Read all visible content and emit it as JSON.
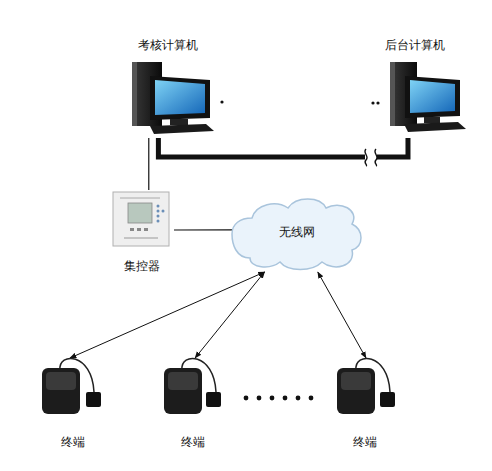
{
  "diagram": {
    "nodes": [
      {
        "text": [
          "考核计算机"
        ]
      },
      {
        "text": [
          "后台计算机"
        ]
      },
      {
        "text": [
          "集控器"
        ]
      },
      {
        "text": [
          "无线网"
        ]
      },
      {
        "text": [
          "终端"
        ]
      },
      {
        "text": [
          "终端"
        ]
      },
      {
        "text": [
          "终端"
        ]
      }
    ],
    "edges": [
      {
        "from": 0,
        "to": 1,
        "arrow": "none"
      },
      {
        "from": 0,
        "to": 2,
        "arrow": "none"
      },
      {
        "from": 2,
        "to": 3,
        "arrow": "none"
      },
      {
        "from": 3,
        "to": 4,
        "arrow": "both"
      },
      {
        "from": 3,
        "to": 5,
        "arrow": "both"
      },
      {
        "from": 3,
        "to": 6,
        "arrow": "both"
      }
    ]
  }
}
